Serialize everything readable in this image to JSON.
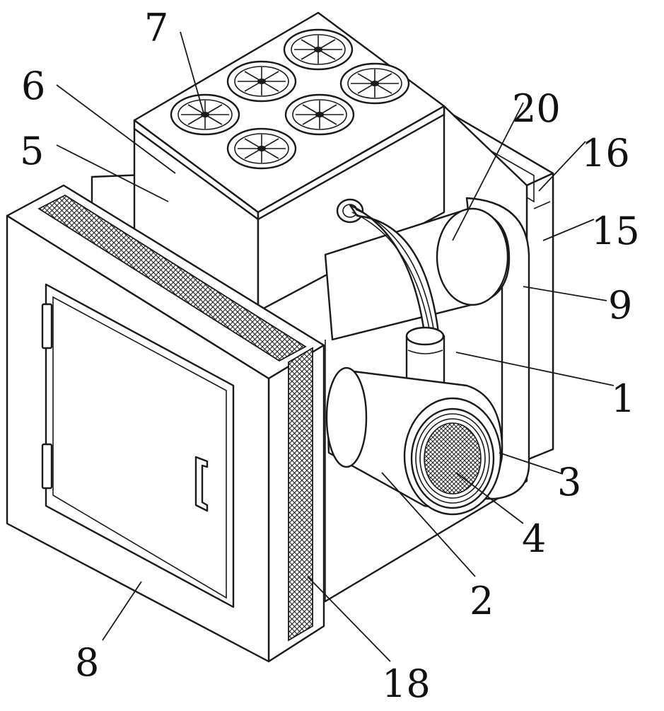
{
  "callouts": [
    {
      "id": "c1",
      "text": "1"
    },
    {
      "id": "c2",
      "text": "2"
    },
    {
      "id": "c3",
      "text": "3"
    },
    {
      "id": "c4",
      "text": "4"
    },
    {
      "id": "c5",
      "text": "5"
    },
    {
      "id": "c6",
      "text": "6"
    },
    {
      "id": "c7",
      "text": "7"
    },
    {
      "id": "c8",
      "text": "8"
    },
    {
      "id": "c9",
      "text": "9"
    },
    {
      "id": "c15",
      "text": "15"
    },
    {
      "id": "c16",
      "text": "16"
    },
    {
      "id": "c18",
      "text": "18"
    },
    {
      "id": "c20",
      "text": "20"
    }
  ],
  "colors": {
    "line": "#1a1a1a",
    "background": "#ffffff"
  }
}
